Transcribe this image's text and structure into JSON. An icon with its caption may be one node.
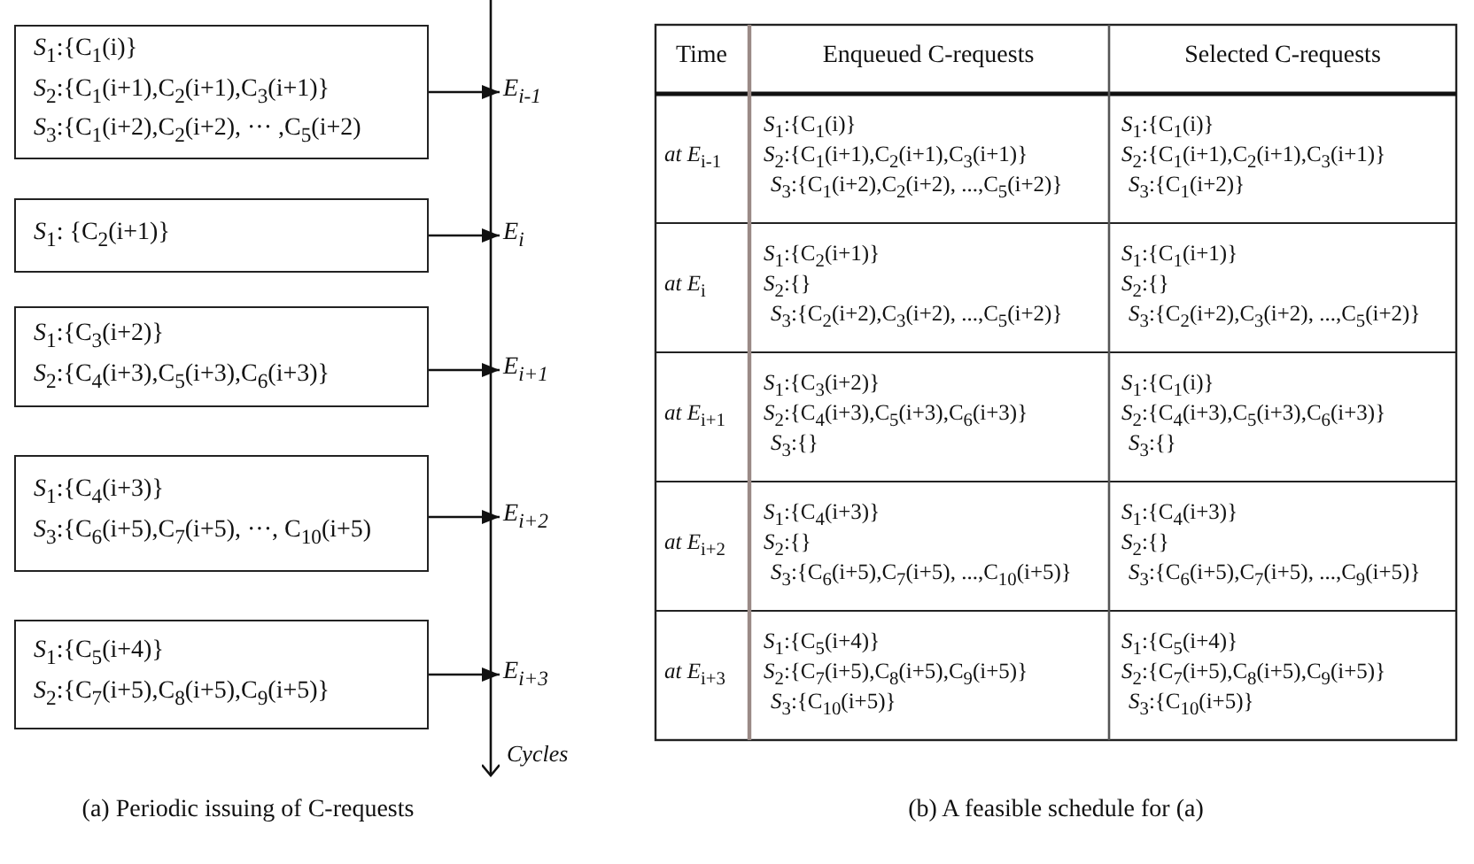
{
  "diagram": {
    "nodes": [
      {
        "text": [
          "*S*$_{1}$:{C$_{1}$(i)}",
          "*S*$_{2}$:{C$_{1}$(i+1),C$_{2}$(i+1),C$_{3}$(i+1)}",
          "*S*$_{3}$:{C$_{1}$(i+2),C$_{2}$(i+2), ··· ,C$_{5}$(i+2)"
        ]
      },
      {
        "text": [
          "*S*$_{1}$: {C$_{2}$(i+1)}"
        ]
      },
      {
        "text": [
          "*S*$_{1}$:{C$_{3}$(i+2)}",
          "*S*$_{2}$:{C$_{4}$(i+3),C$_{5}$(i+3),C$_{6}$(i+3)}"
        ]
      },
      {
        "text": [
          "*S*$_{1}$:{C$_{4}$(i+3)}",
          "*S*$_{3}$:{C$_{6}$(i+5),C$_{7}$(i+5), ···, C$_{10}$(i+5)"
        ]
      },
      {
        "text": [
          "*S*$_{1}$:{C$_{5}$(i+4)}",
          "*S*$_{2}$:{C$_{7}$(i+5),C$_{8}$(i+5),C$_{9}$(i+5)}"
        ]
      },
      {
        "text": [
          "E$_{i-1}$"
        ]
      },
      {
        "text": [
          "E$_{i}$"
        ]
      },
      {
        "text": [
          "E$_{i+1}$"
        ]
      },
      {
        "text": [
          "E$_{i+2}$"
        ]
      },
      {
        "text": [
          "E$_{i+3}$"
        ]
      }
    ],
    "edges": [
      {
        "from": 0,
        "to": 5,
        "arrow": "to"
      },
      {
        "from": 1,
        "to": 6,
        "arrow": "to"
      },
      {
        "from": 2,
        "to": 7,
        "arrow": "to"
      },
      {
        "from": 3,
        "to": 8,
        "arrow": "to"
      },
      {
        "from": 4,
        "to": 9,
        "arrow": "to"
      }
    ],
    "labels": [
      "Cycles",
      "Time",
      "Enqueued C-requests",
      "Selected C-requests",
      "*at E*$_{i-1}$",
      "*S*$_{1}$:{C$_{1}$(i)}",
      "*S*$_{2}$:{C$_{1}$(i+1),C$_{2}$(i+1),C$_{3}$(i+1)}",
      "*S*$_{3}$:{C$_{1}$(i+2),C$_{2}$(i+2), ...,C$_{5}$(i+2)}",
      "*S*$_{1}$:{C$_{1}$(i)}",
      "*S*$_{2}$:{C$_{1}$(i+1),C$_{2}$(i+1),C$_{3}$(i+1)}",
      "*S*$_{3}$:{C$_{1}$(i+2)}",
      "*at E*$_{i}$",
      "*S*$_{1}$:{C$_{2}$(i+1)}",
      "*S*$_{2}$:{}",
      "*S*$_{3}$:{C$_{2}$(i+2),C$_{3}$(i+2), ...,C$_{5}$(i+2)}",
      "*S*$_{1}$:{C$_{1}$(i+1)}",
      "*S*$_{2}$:{}",
      "*S*$_{3}$:{C$_{2}$(i+2),C$_{3}$(i+2), ...,C$_{5}$(i+2)}",
      "*at E*$_{i+1}$",
      "*S*$_{1}$:{C$_{3}$(i+2)}",
      "*S*$_{2}$:{C$_{4}$(i+3),C$_{5}$(i+3),C$_{6}$(i+3)}",
      "*S*$_{3}$:{}",
      "*S*$_{1}$:{C$_{1}$(i)}",
      "*S*$_{2}$:{C$_{4}$(i+3),C$_{5}$(i+3),C$_{6}$(i+3)}",
      "*S*$_{3}$:{}",
      "*at E*$_{i+2}$",
      "*S*$_{1}$:{C$_{4}$(i+3)}",
      "*S*$_{2}$:{}",
      "*S*$_{3}$:{C$_{6}$(i+5),C$_{7}$(i+5), ...,C$_{10}$(i+5)}",
      "*S*$_{1}$:{C$_{4}$(i+3)}",
      "*S*$_{2}$:{}",
      "*S*$_{3}$:{C$_{6}$(i+5),C$_{7}$(i+5), ...,C$_{9}$(i+5)}",
      "*at E*$_{i+3}$",
      "*S*$_{1}$:{C$_{5}$(i+4)}",
      "*S*$_{2}$:{C$_{7}$(i+5),C$_{8}$(i+5),C$_{9}$(i+5)}",
      "*S*$_{3}$:{C$_{10}$(i+5)}",
      "*S*$_{1}$:{C$_{5}$(i+4)}",
      "*S*$_{2}$:{C$_{7}$(i+5),C$_{8}$(i+5),C$_{9}$(i+5)}",
      "*S*$_{3}$:{C$_{10}$(i+5)}",
      "(a) Periodic issuing of C-requests",
      "(b) A feasible schedule for (a)"
    ]
  }
}
